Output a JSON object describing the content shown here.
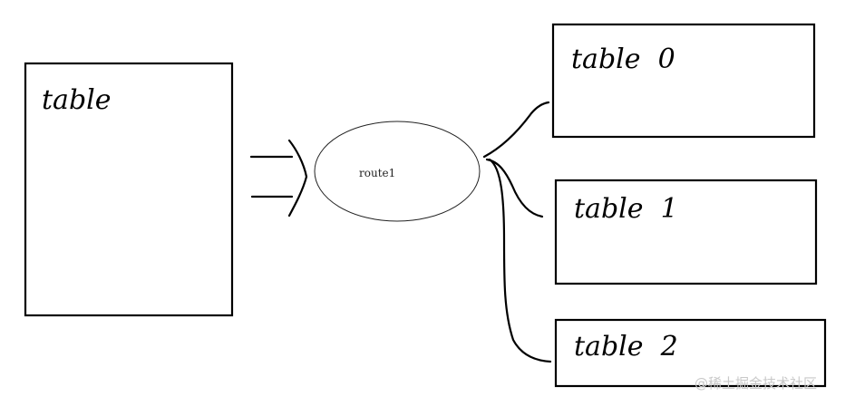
{
  "source_table": {
    "label": "table"
  },
  "router": {
    "label": "route1"
  },
  "targets": [
    {
      "label": "table  0"
    },
    {
      "label": "table  1"
    },
    {
      "label": "table  2"
    }
  ],
  "watermark": {
    "text": "@稀土掘金技术社区"
  },
  "colors": {
    "stroke": "#000000",
    "background": "#ffffff",
    "watermark": "#c9c9c9"
  }
}
